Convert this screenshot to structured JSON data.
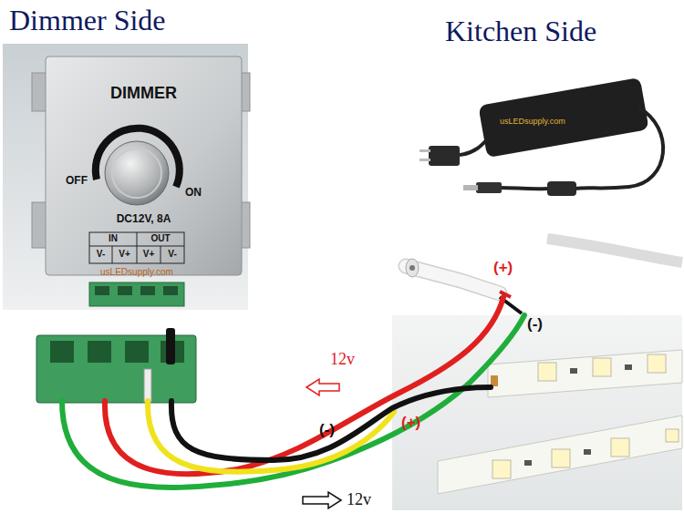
{
  "diagram": {
    "nodes": [
      {
        "text": [
          "DIMMER",
          "OFF",
          "ON",
          "DC12V, 8A"
        ]
      }
    ],
    "labels": [
      "Dimmer Side",
      "Kitchen Side",
      "IN",
      "OUT",
      "V-",
      "V+",
      "V+",
      "V-",
      "usLEDsupply.com",
      "usLEDsupply.com",
      "(+)",
      "(-)",
      "12v",
      "(-)",
      "(+)",
      "12v"
    ]
  }
}
